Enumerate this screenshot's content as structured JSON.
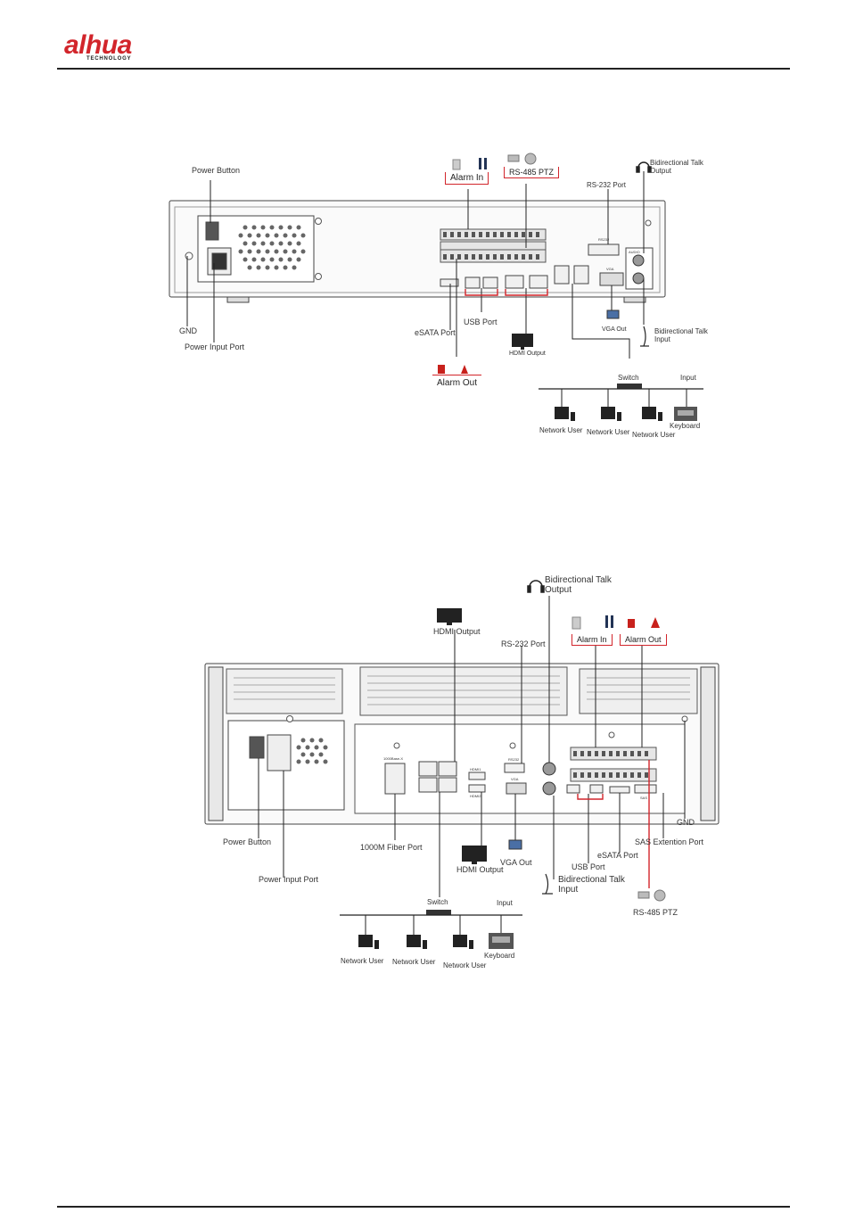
{
  "header": {
    "brand": "alhua",
    "brand_sub": "TECHNOLOGY"
  },
  "diagram_top": {
    "power_button": "Power Button",
    "gnd": "GND",
    "power_input_port": "Power Input Port",
    "alarm_in": "Alarm In",
    "rs485_ptz": "RS-485 PTZ",
    "rs232_port": "RS-232 Port",
    "talk_output": "Bidirectional Talk\nOutput",
    "talk_input": "Bidirectional Talk\nInput",
    "esata_port": "eSATA Port",
    "usb_port": "USB Port",
    "hdmi_output": "HDMI Output",
    "vga_out": "VGA Out",
    "alarm_out": "Alarm Out",
    "switch": "Switch",
    "input": "Input",
    "network_user": "Network User",
    "keyboard": "Keyboard",
    "panel_rs232": "RS232",
    "panel_vga": "VGA",
    "panel_audio": "AUDIO"
  },
  "diagram_bottom": {
    "talk_output": "Bidirectional Talk\nOutput",
    "hdmi_output": "HDMI Output",
    "rs232_port": "RS-232 Port",
    "alarm_in": "Alarm In",
    "alarm_out": "Alarm Out",
    "power_button": "Power Button",
    "fiber_port": "1000M Fiber Port",
    "hdmi_output_2": "HDMI Output",
    "vga_out": "VGA Out",
    "esata_port": "eSATA Port",
    "sas_port": "SAS Extention Port",
    "gnd": "GND",
    "usb_port": "USB Port",
    "talk_input": "Bidirectional Talk\nInput",
    "rs485_ptz": "RS-485 PTZ",
    "power_input_port": "Power Input Port",
    "switch": "Switch",
    "input": "Input",
    "network_user": "Network User",
    "keyboard": "Keyboard",
    "panel_fiber": "1000Base-X",
    "panel_rs232": "RS232",
    "panel_vga": "VGA",
    "panel_hdmi1": "HDMI1",
    "panel_hdmi2": "HDMI2",
    "panel_sas": "SAS"
  },
  "colors": {
    "brand_red": "#d2252b",
    "line": "#222222",
    "panel": "#f4f4f4"
  }
}
